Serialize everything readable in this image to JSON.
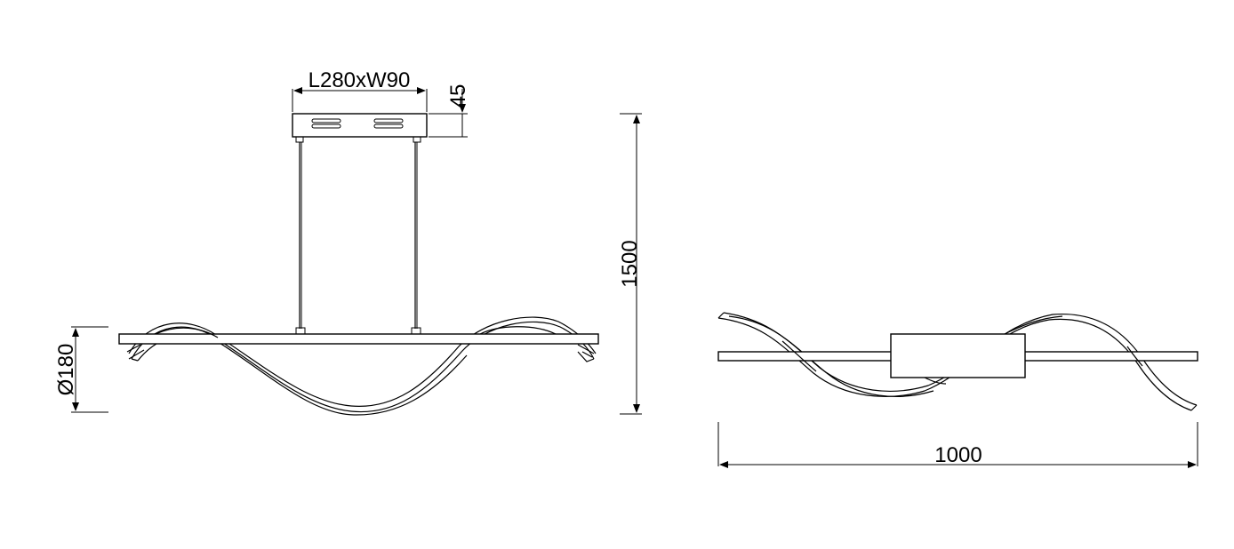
{
  "dimensions": {
    "canopy": "L280xW90",
    "canopy_height": "45",
    "overall_height": "1500",
    "diameter": "Ø180",
    "length": "1000"
  },
  "views": [
    "front-view",
    "top-view"
  ]
}
